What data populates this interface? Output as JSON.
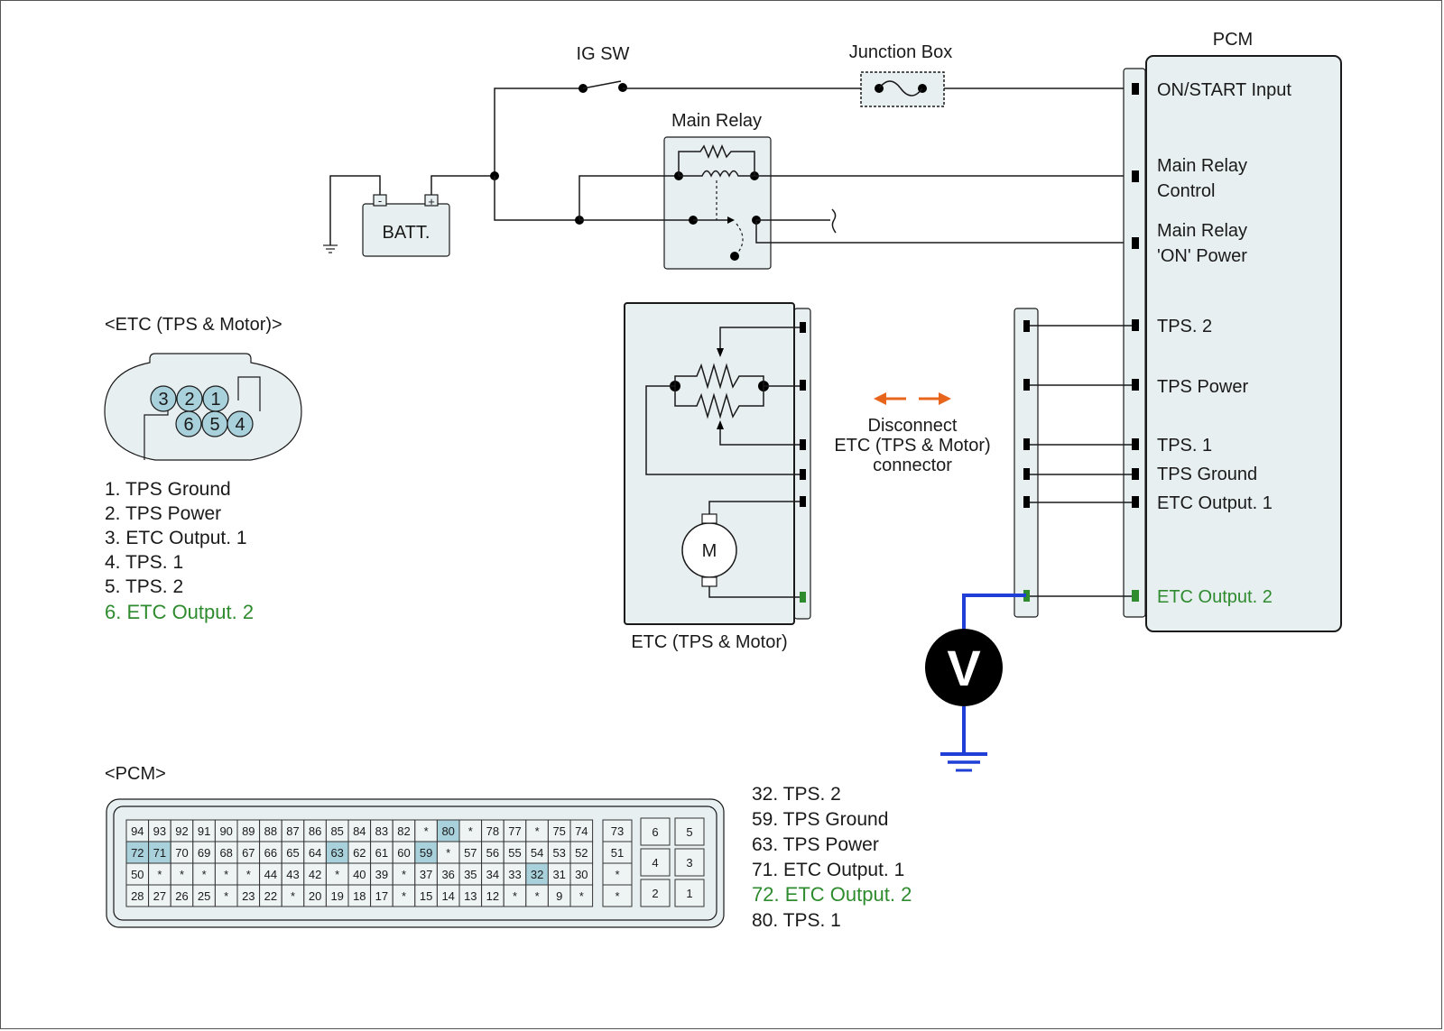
{
  "labels": {
    "ig_sw": "IG SW",
    "junction_box": "Junction Box",
    "pcm": "PCM",
    "main_relay": "Main Relay",
    "batt": "BATT.",
    "batt_minus": "-",
    "batt_plus": "+",
    "etc_title": "<ETC (TPS & Motor)>",
    "etc_box_label": "ETC (TPS & Motor)",
    "motor": "M",
    "disconnect_1": "Disconnect",
    "disconnect_2": "ETC (TPS & Motor)",
    "disconnect_3": "connector",
    "voltmeter": "V",
    "pcm_title": "<PCM>"
  },
  "pcm_terminals": [
    {
      "text": "ON/START Input",
      "green": false
    },
    {
      "text": "Main Relay",
      "green": false
    },
    {
      "text": "Control",
      "green": false
    },
    {
      "text": "Main Relay",
      "green": false
    },
    {
      "text": "'ON' Power",
      "green": false
    },
    {
      "text": "TPS. 2",
      "green": false
    },
    {
      "text": "TPS Power",
      "green": false
    },
    {
      "text": "TPS. 1",
      "green": false
    },
    {
      "text": "TPS Ground",
      "green": false
    },
    {
      "text": "ETC Output. 1",
      "green": false
    },
    {
      "text": "ETC Output. 2",
      "green": true
    }
  ],
  "etc_pins": [
    "3",
    "2",
    "1",
    "6",
    "5",
    "4"
  ],
  "etc_pin_list": [
    {
      "text": "1. TPS Ground",
      "green": false
    },
    {
      "text": "2. TPS Power",
      "green": false
    },
    {
      "text": "3. ETC Output. 1",
      "green": false
    },
    {
      "text": "4. TPS. 1",
      "green": false
    },
    {
      "text": "5. TPS. 2",
      "green": false
    },
    {
      "text": "6. ETC Output. 2",
      "green": true
    }
  ],
  "pcm_pin_list": [
    {
      "text": "32. TPS. 2",
      "green": false
    },
    {
      "text": "59. TPS Ground",
      "green": false
    },
    {
      "text": "63. TPS Power",
      "green": false
    },
    {
      "text": "71. ETC Output. 1",
      "green": false
    },
    {
      "text": "72. ETC Output. 2",
      "green": true
    },
    {
      "text": "80. TPS. 1",
      "green": false
    }
  ],
  "pcm_connector_rows": [
    [
      "94",
      "93",
      "92",
      "91",
      "90",
      "89",
      "88",
      "87",
      "86",
      "85",
      "84",
      "83",
      "82",
      "*",
      "80",
      "*",
      "78",
      "77",
      "*",
      "75",
      "74"
    ],
    [
      "72",
      "71",
      "70",
      "69",
      "68",
      "67",
      "66",
      "65",
      "64",
      "63",
      "62",
      "61",
      "60",
      "59",
      "*",
      "57",
      "56",
      "55",
      "54",
      "53",
      "52"
    ],
    [
      "50",
      "*",
      "*",
      "*",
      "*",
      "*",
      "44",
      "43",
      "42",
      "*",
      "40",
      "39",
      "*",
      "37",
      "36",
      "35",
      "34",
      "33",
      "32",
      "31",
      "30"
    ],
    [
      "28",
      "27",
      "26",
      "25",
      "*",
      "23",
      "22",
      "*",
      "20",
      "19",
      "18",
      "17",
      "*",
      "15",
      "14",
      "13",
      "12",
      "*",
      "*",
      "9",
      "*"
    ]
  ],
  "pcm_connector_side": [
    "73",
    "51",
    "*",
    "*"
  ],
  "pcm_connector_small": [
    [
      "6",
      "5"
    ],
    [
      "4",
      "3"
    ],
    [
      "2",
      "1"
    ]
  ],
  "pcm_connector_highlight": [
    "80",
    "72",
    "71",
    "63",
    "59",
    "32"
  ],
  "colors": {
    "highlight_pin": "#a9d1dc",
    "green_text": "#2e8b2e",
    "probe_wire": "#1f3fd6",
    "arrow": "#e8651c",
    "panel_fill": "#e8eff1"
  }
}
